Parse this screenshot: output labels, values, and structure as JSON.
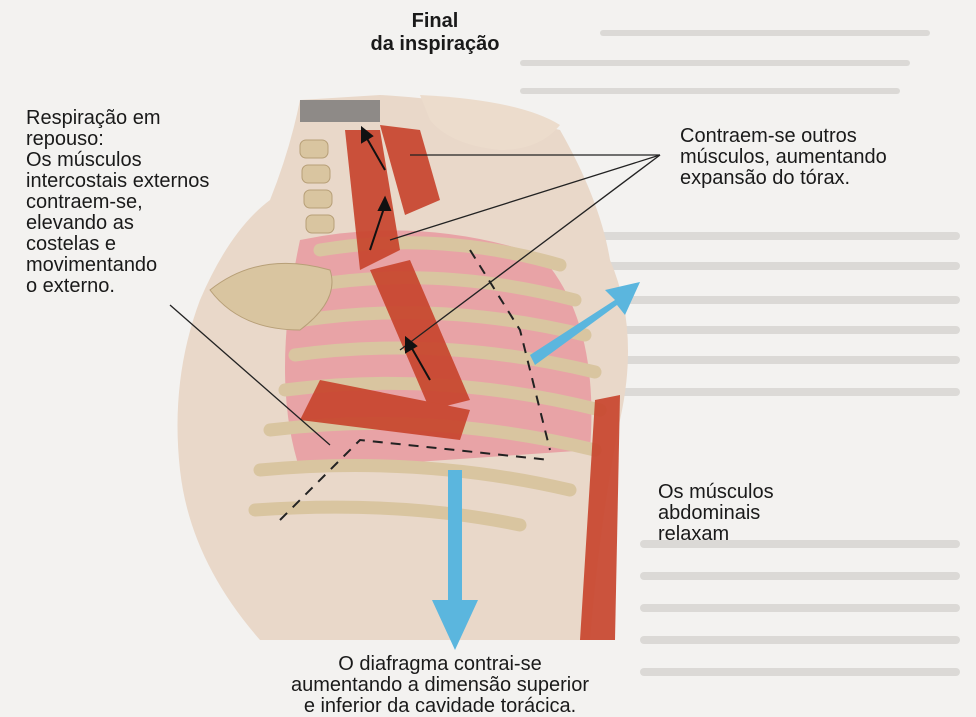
{
  "title": {
    "line1": "Final",
    "line2": "da inspiração"
  },
  "labels": {
    "left_callout": "Respiração em\nrepouso:\nOs músculos\nintercostais externos\ncontraem-se,\nelevando as\ncostelas e\nmovimentando\no externo.",
    "right_callout": "Contraem-se outros\nmúsculos, aumentando\nexpansão do tórax.",
    "abdominal_callout": "Os músculos\nabdominais\nrelaxam",
    "bottom_callout": "O diafragma contrai-se\naumentando a dimensão superior\ne inferior da cavidade torácica."
  },
  "colors": {
    "arrow_blue": "#5bb6de",
    "muscle_red": "#c8452e",
    "bone": "#d9c5a0",
    "lung_pink": "#e8a3a6",
    "skin": "#e9d8c9",
    "background": "#f3f2f0"
  }
}
